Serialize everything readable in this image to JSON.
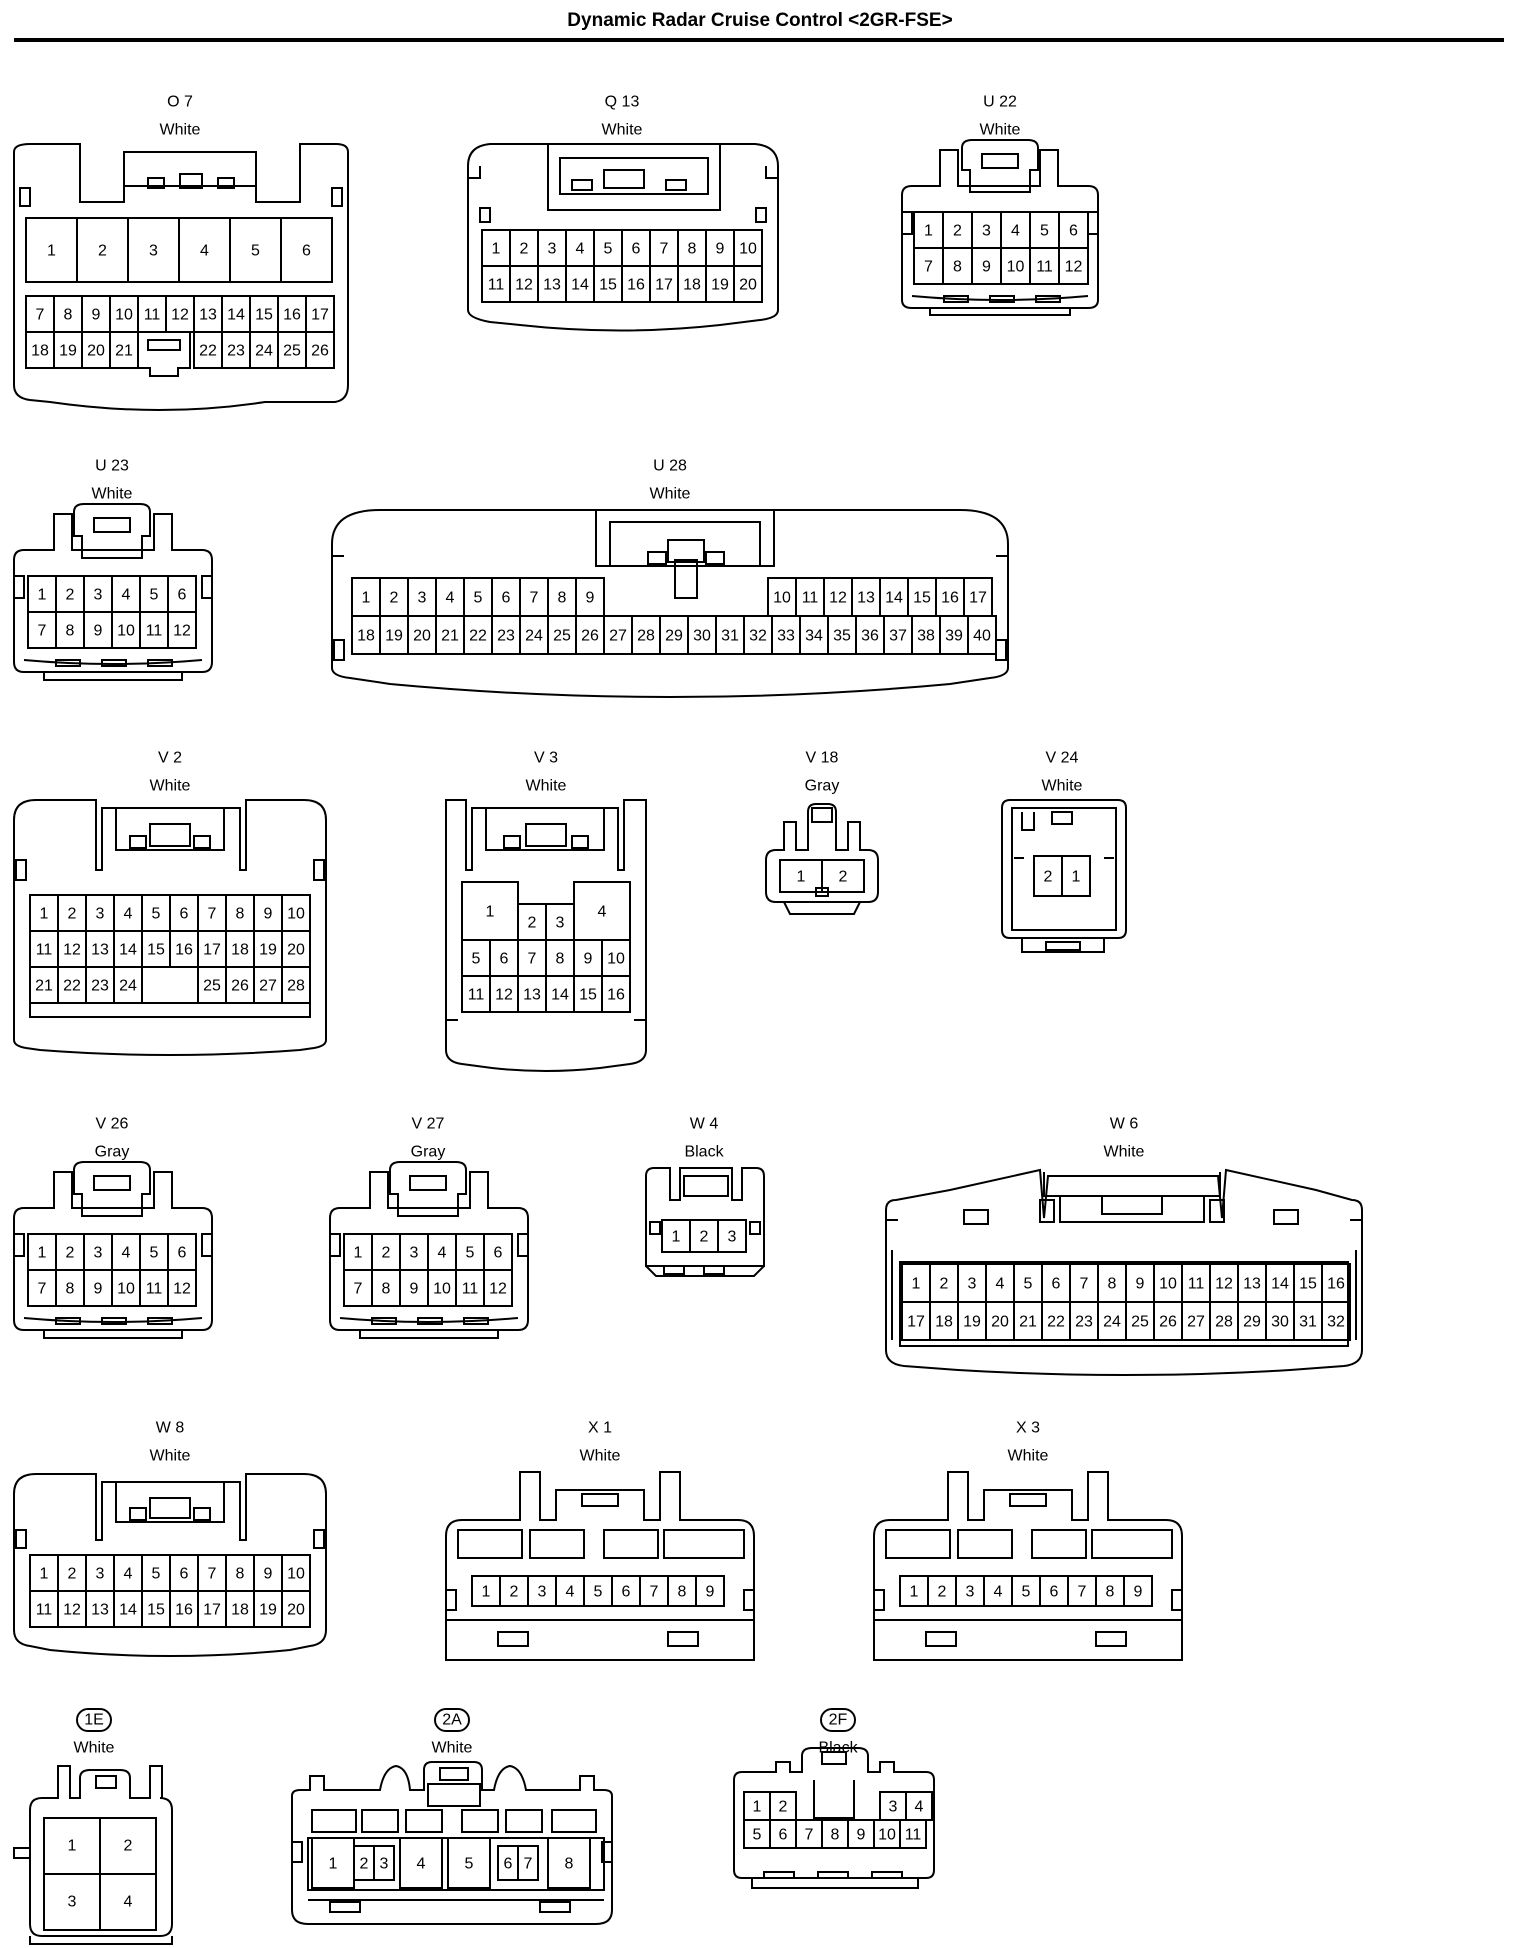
{
  "title": "Dynamic Radar Cruise Control <2GR-FSE>",
  "connectors": [
    {
      "id": "O 7",
      "color": "White"
    },
    {
      "id": "Q 13",
      "color": "White"
    },
    {
      "id": "U 22",
      "color": "White"
    },
    {
      "id": "U 23",
      "color": "White"
    },
    {
      "id": "U 28",
      "color": "White"
    },
    {
      "id": "V 2",
      "color": "White"
    },
    {
      "id": "V 3",
      "color": "White"
    },
    {
      "id": "V 18",
      "color": "Gray"
    },
    {
      "id": "V 24",
      "color": "White"
    },
    {
      "id": "V 26",
      "color": "Gray"
    },
    {
      "id": "V 27",
      "color": "Gray"
    },
    {
      "id": "W 4",
      "color": "Black"
    },
    {
      "id": "W 6",
      "color": "White"
    },
    {
      "id": "W 8",
      "color": "White"
    },
    {
      "id": "X 1",
      "color": "White"
    },
    {
      "id": "X 3",
      "color": "White"
    },
    {
      "id": "1E",
      "color": "White",
      "circled": true
    },
    {
      "id": "2A",
      "color": "White",
      "circled": true
    },
    {
      "id": "2F",
      "color": "Black",
      "circled": true
    }
  ]
}
